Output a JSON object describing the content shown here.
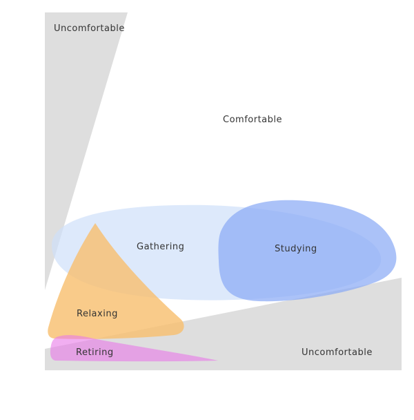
{
  "zones": {
    "uncomfortable_top": "Uncomfortable",
    "comfortable": "Comfortable",
    "uncomfortable_bottom": "Uncomfortable"
  },
  "activities": {
    "gathering": "Gathering",
    "studying": "Studying",
    "relaxing": "Relaxing",
    "retiring": "Retiring"
  },
  "colors": {
    "uncomfortable_zone": "#dedede",
    "gathering": "#cfe0fa",
    "studying": "#8aaaf5",
    "relaxing": "#f8c070",
    "retiring": "#e87ce8"
  }
}
